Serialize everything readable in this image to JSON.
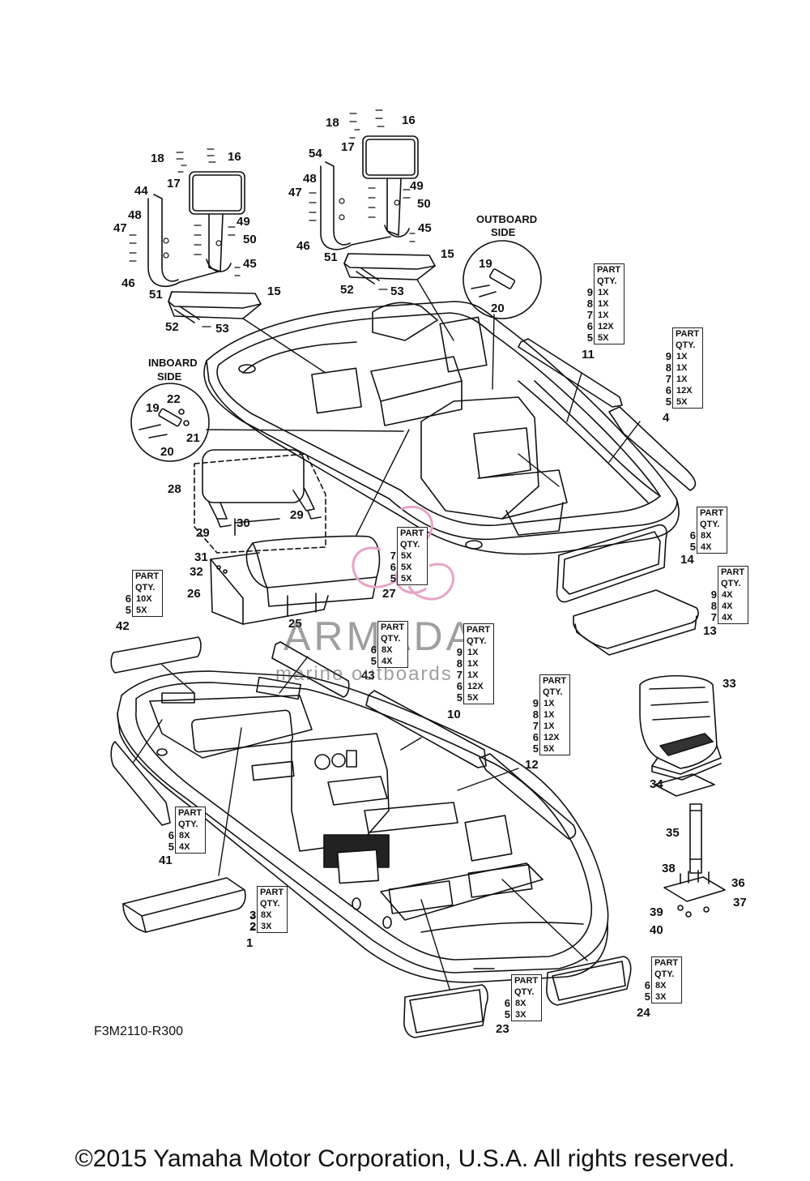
{
  "figure_code": "F3M2110-R300",
  "copyright": "©2015 Yamaha Motor Corporation, U.S.A. All rights reserved.",
  "side_labels": {
    "outboard_line1": "OUTBOARD",
    "outboard_line2": "SIDE",
    "inboard_line1": "INBOARD",
    "inboard_line2": "SIDE"
  },
  "watermark": {
    "brand": "ARMADA",
    "tagline": "marine outboards",
    "accent_color": "#e7a3c7"
  },
  "callouts": [
    "1",
    "2",
    "3",
    "4",
    "5",
    "6",
    "7",
    "8",
    "9",
    "10",
    "11",
    "12",
    "13",
    "14",
    "15",
    "16",
    "17",
    "18",
    "19",
    "20",
    "21",
    "22",
    "23",
    "24",
    "25",
    "26",
    "27",
    "28",
    "29",
    "30",
    "31",
    "32",
    "33",
    "34",
    "35",
    "36",
    "37",
    "38",
    "39",
    "40",
    "41",
    "42",
    "43",
    "44",
    "45",
    "46",
    "47",
    "48",
    "49",
    "50",
    "51",
    "52",
    "53",
    "54"
  ],
  "qty_header_line1": "PART",
  "qty_header_line2": "QTY.",
  "qty_tables": [
    {
      "id": "t11",
      "rows": [
        {
          "part": "9",
          "qty": "1X"
        },
        {
          "part": "8",
          "qty": "1X"
        },
        {
          "part": "7",
          "qty": "1X"
        },
        {
          "part": "6",
          "qty": "12X"
        },
        {
          "part": "5",
          "qty": "5X"
        }
      ]
    },
    {
      "id": "t4",
      "rows": [
        {
          "part": "9",
          "qty": "1X"
        },
        {
          "part": "8",
          "qty": "1X"
        },
        {
          "part": "7",
          "qty": "1X"
        },
        {
          "part": "6",
          "qty": "12X"
        },
        {
          "part": "5",
          "qty": "5X"
        }
      ]
    },
    {
      "id": "t14",
      "rows": [
        {
          "part": "6",
          "qty": "8X"
        },
        {
          "part": "5",
          "qty": "4X"
        }
      ]
    },
    {
      "id": "t13",
      "rows": [
        {
          "part": "9",
          "qty": "4X"
        },
        {
          "part": "8",
          "qty": "4X"
        },
        {
          "part": "7",
          "qty": "4X"
        }
      ]
    },
    {
      "id": "t27",
      "rows": [
        {
          "part": "7",
          "qty": "5X"
        },
        {
          "part": "6",
          "qty": "5X"
        },
        {
          "part": "5",
          "qty": "5X"
        }
      ]
    },
    {
      "id": "t42",
      "rows": [
        {
          "part": "6",
          "qty": "10X"
        },
        {
          "part": "5",
          "qty": "5X"
        }
      ]
    },
    {
      "id": "t43",
      "rows": [
        {
          "part": "6",
          "qty": "8X"
        },
        {
          "part": "5",
          "qty": "4X"
        }
      ]
    },
    {
      "id": "t10",
      "rows": [
        {
          "part": "9",
          "qty": "1X"
        },
        {
          "part": "8",
          "qty": "1X"
        },
        {
          "part": "7",
          "qty": "1X"
        },
        {
          "part": "6",
          "qty": "12X"
        },
        {
          "part": "5",
          "qty": "5X"
        }
      ]
    },
    {
      "id": "t12",
      "rows": [
        {
          "part": "9",
          "qty": "1X"
        },
        {
          "part": "8",
          "qty": "1X"
        },
        {
          "part": "7",
          "qty": "1X"
        },
        {
          "part": "6",
          "qty": "12X"
        },
        {
          "part": "5",
          "qty": "5X"
        }
      ]
    },
    {
      "id": "t41",
      "rows": [
        {
          "part": "6",
          "qty": "8X"
        },
        {
          "part": "5",
          "qty": "4X"
        }
      ]
    },
    {
      "id": "t1",
      "rows": [
        {
          "part": "3",
          "qty": "8X"
        },
        {
          "part": "2",
          "qty": "3X"
        }
      ]
    },
    {
      "id": "t23",
      "rows": [
        {
          "part": "6",
          "qty": "8X"
        },
        {
          "part": "5",
          "qty": "3X"
        }
      ]
    },
    {
      "id": "t24",
      "rows": [
        {
          "part": "6",
          "qty": "8X"
        },
        {
          "part": "5",
          "qty": "3X"
        }
      ]
    }
  ]
}
